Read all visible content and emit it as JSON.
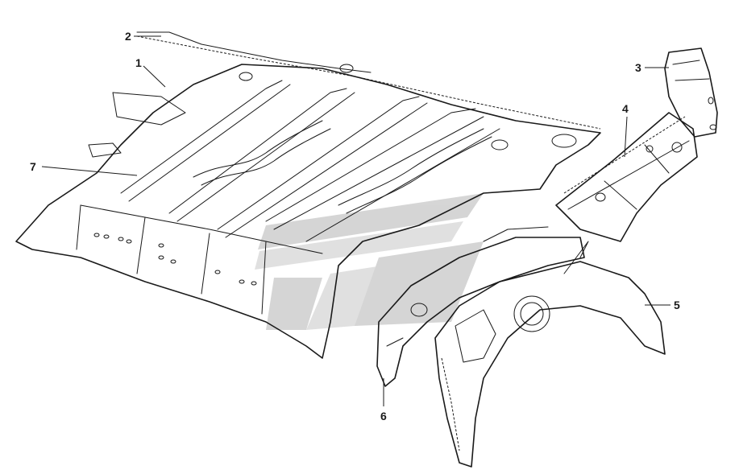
{
  "callouts": [
    {
      "id": "1",
      "label": "1"
    },
    {
      "id": "2",
      "label": "2"
    },
    {
      "id": "3",
      "label": "3"
    },
    {
      "id": "4",
      "label": "4"
    },
    {
      "id": "5",
      "label": "5"
    },
    {
      "id": "6",
      "label": "6"
    },
    {
      "id": "7",
      "label": "7"
    }
  ],
  "colors": {
    "line": "#1a1a1a",
    "watermark_gray": "#b4b4b4",
    "background": "#ffffff"
  }
}
